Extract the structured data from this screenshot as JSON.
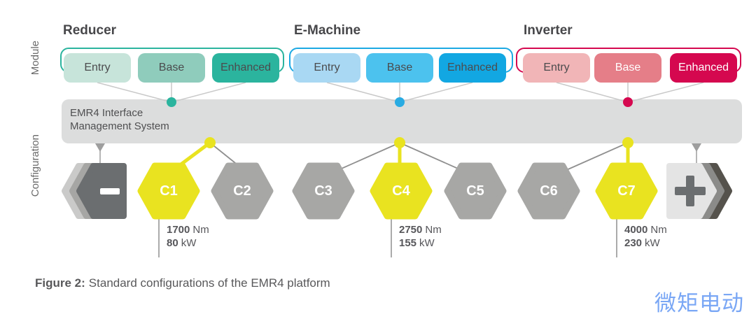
{
  "axis_labels": {
    "module": "Module",
    "configuration": "Configuration"
  },
  "modules": [
    {
      "name": "Reducer",
      "accent": "#2bb49e",
      "tiers": [
        "Entry",
        "Base",
        "Enhanced"
      ]
    },
    {
      "name": "E-Machine",
      "accent": "#1ca9e3",
      "tiers": [
        "Entry",
        "Base",
        "Enhanced"
      ]
    },
    {
      "name": "Inverter",
      "accent": "#d5084f",
      "tiers": [
        "Entry",
        "Base",
        "Enhanced"
      ]
    }
  ],
  "interface_bar": {
    "line1": "EMR4 Interface",
    "line2": "Management System"
  },
  "configurations": [
    {
      "label": "C1",
      "highlighted": true,
      "torque": "1700",
      "torque_unit": "Nm",
      "power": "80",
      "power_unit": "kW"
    },
    {
      "label": "C2",
      "highlighted": false
    },
    {
      "label": "C3",
      "highlighted": false
    },
    {
      "label": "C4",
      "highlighted": true,
      "torque": "2750",
      "torque_unit": "Nm",
      "power": "155",
      "power_unit": "kW"
    },
    {
      "label": "C5",
      "highlighted": false
    },
    {
      "label": "C6",
      "highlighted": false
    },
    {
      "label": "C7",
      "highlighted": true,
      "torque": "4000",
      "torque_unit": "Nm",
      "power": "230",
      "power_unit": "kW"
    }
  ],
  "controls": {
    "remove_symbol": "−",
    "add_symbol": "+"
  },
  "caption": {
    "label": "Figure 2:",
    "text": "Standard configurations of the EMR4 platform"
  },
  "watermark": "微矩电动",
  "colors": {
    "reducer_tiers": [
      "#c7e4da",
      "#8fccbc",
      "#2bb49e"
    ],
    "emachine_tiers": [
      "#a9d8f3",
      "#4cc2ee",
      "#12a7e2"
    ],
    "inverter_tiers": [
      "#f1b5b7",
      "#e57e88",
      "#d5084f"
    ],
    "highlight_yellow": "#e9e320",
    "hex_gray": "#a7a7a5",
    "bar_gray": "#dcdddd",
    "dark_gray": "#6b6e70",
    "watermark_blue": "#7aa7f5"
  }
}
